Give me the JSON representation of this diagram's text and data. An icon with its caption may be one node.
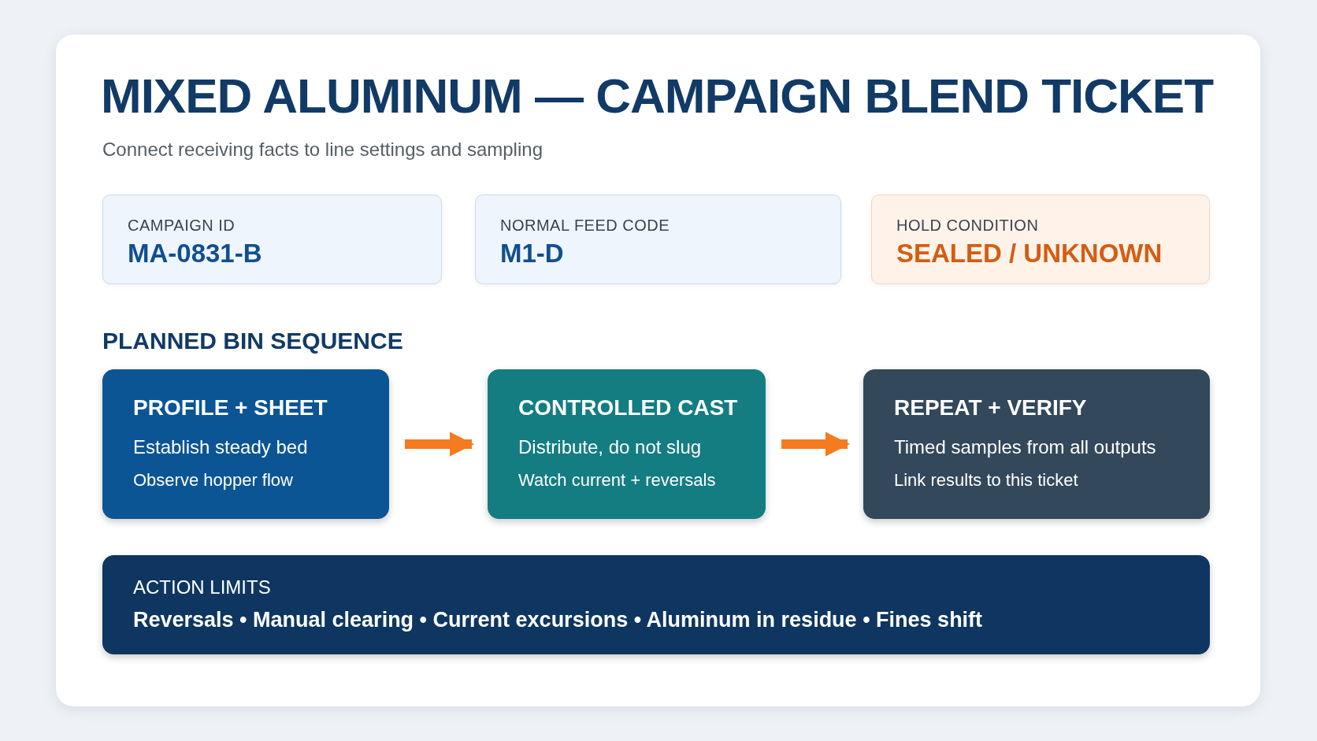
{
  "diagram": {
    "title": "MIXED ALUMINUM — CAMPAIGN BLEND TICKET",
    "caption": "Connect receiving facts to line settings and sampling",
    "nodes": [
      {
        "text": [
          "CAMPAIGN ID",
          "MA-0831-B"
        ]
      },
      {
        "text": [
          "NORMAL FEED CODE",
          "M1-D"
        ]
      },
      {
        "text": [
          "HOLD CONDITION",
          "SEALED / UNKNOWN"
        ]
      },
      {
        "text": [
          "PROFILE + SHEET",
          "Establish steady bed",
          "Observe hopper flow"
        ]
      },
      {
        "text": [
          "CONTROLLED CAST",
          "Distribute, do not slug",
          "Watch current + reversals"
        ]
      },
      {
        "text": [
          "REPEAT + VERIFY",
          "Timed samples from all outputs",
          "Link results to this ticket"
        ]
      },
      {
        "text": [
          "ACTION LIMITS",
          "Reversals • Manual clearing • Current excursions • Aluminum in residue • Fines shift"
        ]
      }
    ],
    "edges": [
      {
        "from": 3,
        "to": 4,
        "arrow": "to"
      },
      {
        "from": 4,
        "to": 5,
        "arrow": "to"
      }
    ],
    "labels": [
      "PLANNED BIN SEQUENCE"
    ]
  }
}
